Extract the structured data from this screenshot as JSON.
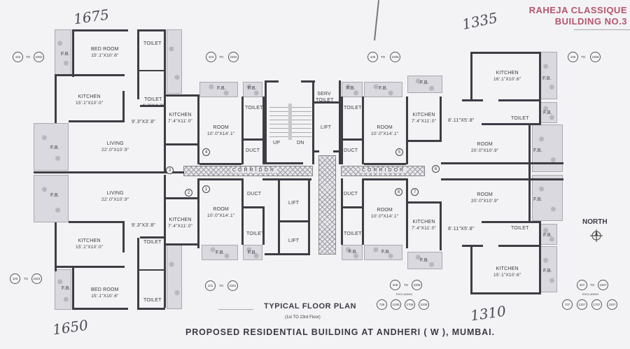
{
  "header": {
    "project_name": "RAHEJA CLASSIQUE",
    "building": "BUILDING NO.3"
  },
  "handwritten_notes": [
    "1675",
    "1335",
    "1650",
    "1310"
  ],
  "footer": {
    "plan_title": "TYPICAL FLOOR PLAN",
    "floor_range": "(1st TO 23rd Floor)",
    "project_caption": "PROPOSED RESIDENTIAL BUILDING AT ANDHERI ( W ), MUMBAI."
  },
  "north_label": "NORTH",
  "corridor_label": "CORRIDOR",
  "unit_badges": [
    {
      "from": "102",
      "to_word": "TO",
      "to": "2302"
    },
    {
      "from": "104",
      "to_word": "TO",
      "to": "2304"
    },
    {
      "from": "105",
      "to_word": "TO",
      "to": "2305"
    },
    {
      "from": "106",
      "to_word": "TO",
      "to": "2306"
    },
    {
      "from": "103",
      "to_word": "TO",
      "to": "2303"
    },
    {
      "from": "101",
      "to_word": "TO",
      "to": "2301"
    },
    {
      "from": "208",
      "to_word": "TO",
      "to": "2308",
      "excluding_label": "EXCLUDING",
      "excluding": [
        "708",
        "1208",
        "1708",
        "2208"
      ]
    },
    {
      "from": "207",
      "to_word": "TO",
      "to": "2307",
      "excluding_label": "EXCLUDING",
      "excluding": [
        "707",
        "1207",
        "1707",
        "2207"
      ]
    }
  ],
  "nodes": [
    "1",
    "2",
    "3",
    "4",
    "5",
    "6",
    "7",
    "8"
  ],
  "rooms": {
    "bed_room_top": {
      "name": "BED ROOM",
      "dim": "15'.1\"X10'.6\""
    },
    "bed_room_bottom": {
      "name": "BED ROOM",
      "dim": "15'.1\"X10'.6\""
    },
    "kitchen_left_top": {
      "name": "KITCHEN",
      "dim": "15'.1\"X10'.0\""
    },
    "kitchen_left_bottom": {
      "name": "KITCHEN",
      "dim": "15'.1\"X10'.0\""
    },
    "living_top": {
      "name": "LIVING",
      "dim": "22'.0\"X10'.9\""
    },
    "living_bottom": {
      "name": "LIVING",
      "dim": "22'.0\"X10'.9\""
    },
    "passage_left_top": {
      "dim": "9'.3\"X3'.8\""
    },
    "passage_left_bottom": {
      "dim": "9'.3\"X3'.8\""
    },
    "toilet_small": {
      "name": "TOILET",
      "dim": "4'.3\"X4'.0\""
    },
    "toilet": {
      "name": "TOILET"
    },
    "kitchen_mid": {
      "name": "KITCHEN",
      "dim": "7'.4\"X11'.0\""
    },
    "room_mid": {
      "name": "ROOM",
      "dim": "10'.0\"X14'.1\""
    },
    "duct": {
      "name": "DUCT"
    },
    "lift": {
      "name": "LIFT"
    },
    "serv_toilet": {
      "name": "SERV TOILET"
    },
    "stair_up": "UP",
    "stair_dn": "DN",
    "fb": "F.B.",
    "kitchen_right_top": {
      "name": "KITCHEN",
      "dim": "16'.1\"X10'.6\""
    },
    "kitchen_right_bottom": {
      "name": "KITCHEN",
      "dim": "15'.1\"X10'.6\""
    },
    "room_right_top": {
      "name": "ROOM",
      "dim": "20'.0\"X10'.9\""
    },
    "room_right_bottom": {
      "name": "ROOM",
      "dim": "20'.0\"X10'.9\""
    },
    "passage_right": {
      "dim": "8'.11\"X5'.8\""
    }
  }
}
